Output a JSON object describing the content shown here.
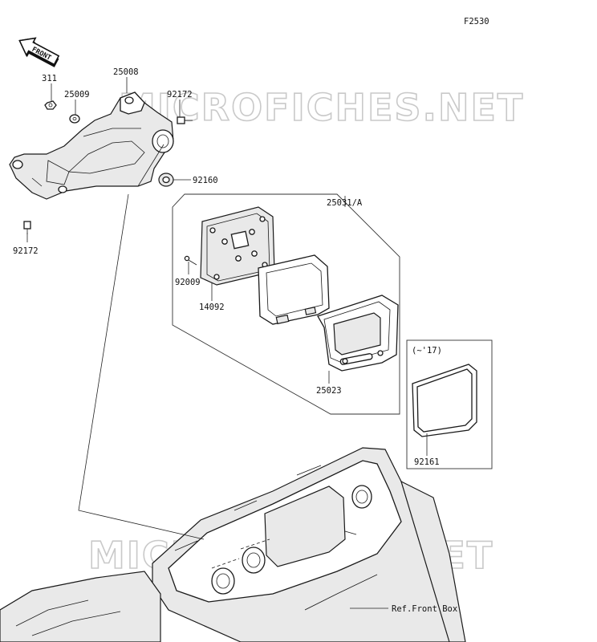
{
  "figure_code": "F2530",
  "direction_arrow": "FRONT",
  "watermark": "MICROFICHES.NET",
  "part_labels": {
    "p311": "311",
    "p25009": "25009",
    "p25008": "25008",
    "p92172_top": "92172",
    "p92160": "92160",
    "p92172_left": "92172",
    "p25031A": "25031/A",
    "p92009": "92009",
    "p14092": "14092",
    "p25023": "25023",
    "p92161": "92161",
    "year_note": "(~'17)",
    "ref_front_box": "Ref.Front Box"
  },
  "icons": [
    "front-arrow-icon"
  ]
}
